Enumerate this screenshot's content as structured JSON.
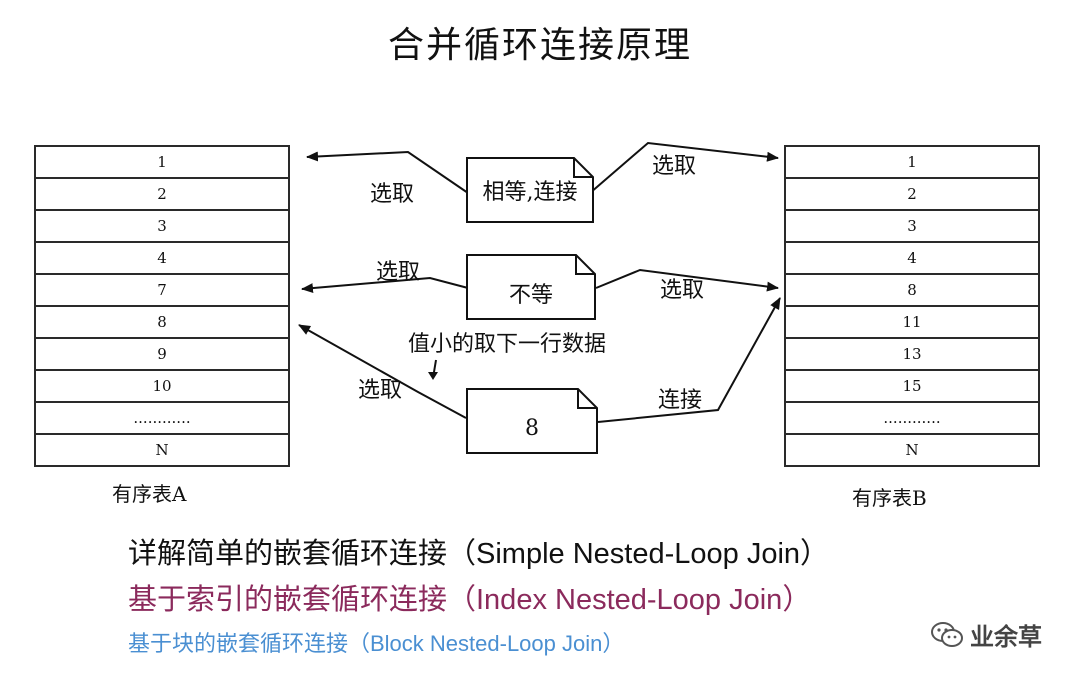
{
  "title": "合并循环连接原理",
  "table_a": {
    "rows": [
      "1",
      "2",
      "3",
      "4",
      "7",
      "8",
      "9",
      "10",
      "............",
      "N"
    ],
    "caption": "有序表A"
  },
  "table_b": {
    "rows": [
      "1",
      "2",
      "3",
      "4",
      "8",
      "11",
      "13",
      "15",
      "............",
      "N"
    ],
    "caption": "有序表B"
  },
  "notes": {
    "top": "相等,连接",
    "middle": "不等",
    "bottom": "8"
  },
  "labels": {
    "select_a_top": "选取",
    "select_b_top": "选取",
    "select_a_mid": "选取",
    "select_b_mid": "选取",
    "select_a_bottom": "选取",
    "connect": "连接",
    "rule": "值小的取下一行数据"
  },
  "text_lines": [
    "详解简单的嵌套循环连接（Simple Nested-Loop Join）",
    "基于索引的嵌套循环连接（Index Nested-Loop Join）",
    "基于块的嵌套循环连接（Block Nested-Loop Join）"
  ],
  "colors": {
    "line1": "#111111",
    "line2": "#8b2a5c",
    "line3": "#4a8fd2"
  },
  "watermark": {
    "icon": "wechat-icon",
    "text": "业余草"
  }
}
